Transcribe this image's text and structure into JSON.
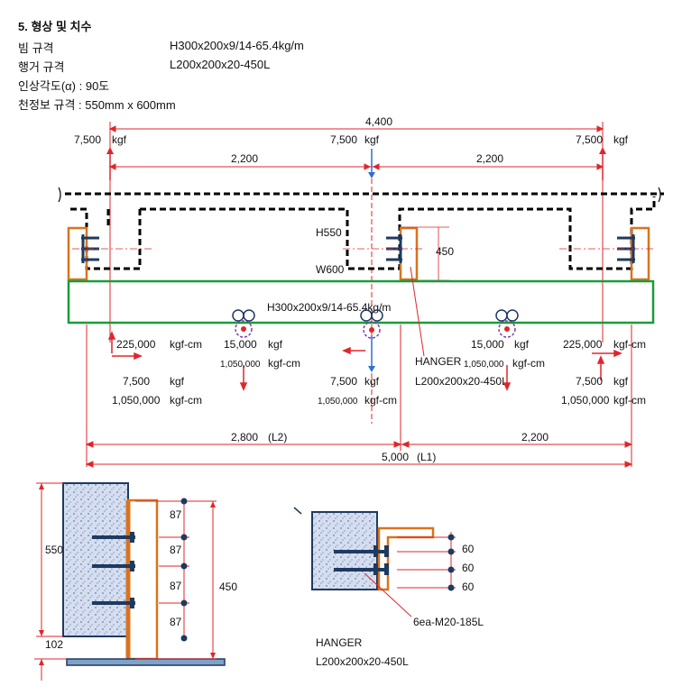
{
  "header": {
    "section_title": "5. 형상 및 치수",
    "specs": [
      {
        "label": "빔 규격",
        "value": "H300x200x9/14-65.4kg/m"
      },
      {
        "label": "행거 규격",
        "value": "L200x200x20-450L"
      },
      {
        "label": "인상각도(α) : 90도",
        "value": ""
      },
      {
        "label": "천정보 규격 : 550mm x 600mm",
        "value": ""
      }
    ]
  },
  "top_view": {
    "overall_span": "4,400",
    "left_span": "2,200",
    "right_span": "2,200",
    "loads": [
      {
        "value": "7,500",
        "unit": "kgf"
      },
      {
        "value": "7,500",
        "unit": "kgf"
      },
      {
        "value": "7,500",
        "unit": "kgf"
      }
    ],
    "ceiling_height": "H550",
    "ceiling_width": "W600",
    "hanger_height": "450",
    "beam_label": "H300x200x9/14-65.4kg/m",
    "hanger_label_1": "HANGER",
    "hanger_label_2": "L200x200x20-450L"
  },
  "reactions": {
    "left_moment": "225,000",
    "left_moment_unit": "kgf-cm",
    "left_force": "7,500",
    "left_force_unit": "kgf",
    "left_moment2": "1,050,000",
    "left_moment2_unit": "kgf-cm",
    "mid_left_force": "15,000",
    "mid_left_force_unit": "kgf",
    "mid_left_moment": "1,050,000",
    "mid_left_moment_unit": "kgf-cm",
    "center_force": "7,500",
    "center_force_unit": "kgf",
    "center_moment": "1,050,000",
    "center_moment_unit": "kgf-cm",
    "mid_right_force": "15,000",
    "mid_right_force_unit": "kgf",
    "mid_right_moment": "1,050,000",
    "mid_right_moment_unit": "kgf-cm",
    "right_moment": "225,000",
    "right_moment_unit": "kgf-cm",
    "right_force": "7,500",
    "right_force_unit": "kgf",
    "right_moment2": "1,050,000",
    "right_moment2_unit": "kgf-cm"
  },
  "bottom_dims": {
    "l2": "2,800",
    "l2_tag": "(L2)",
    "right_part": "2,200",
    "l1": "5,000",
    "l1_tag": "(L1)"
  },
  "detail_left": {
    "height_550": "550",
    "flange_102": "102",
    "bolt_spacing": [
      "87",
      "87",
      "87",
      "87"
    ],
    "hanger_450": "450"
  },
  "detail_right": {
    "bolt_spacing": [
      "60",
      "60",
      "60"
    ],
    "bolt_spec": "6ea-M20-185L",
    "label_1": "HANGER",
    "label_2": "L200x200x20-450L"
  },
  "colors": {
    "dimension_red": "#e0262b",
    "beam_green": "#1a9c3a",
    "hanger_orange": "#d9731f",
    "bolt_navy": "#1f3a5f",
    "load_blue": "#2f6fd0",
    "concrete_fill": "#c9d6ea"
  }
}
